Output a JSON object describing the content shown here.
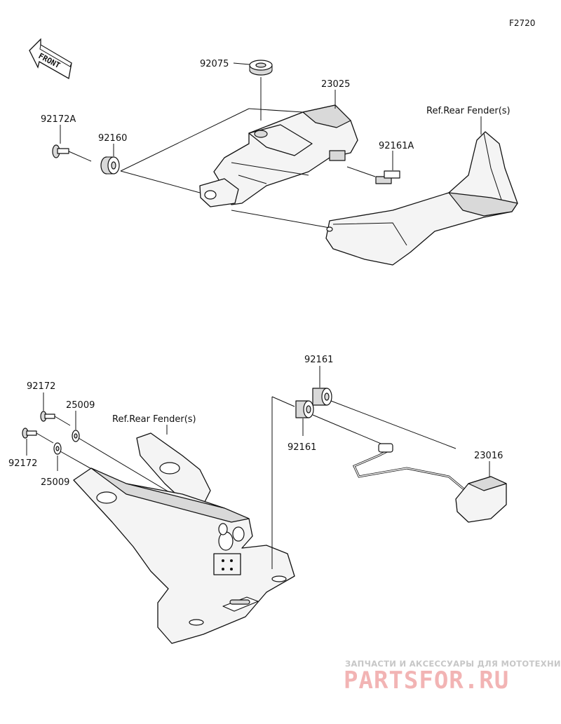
{
  "figure_code": "F2720",
  "front_arrow": {
    "label": "FRONT",
    "icon": "front-arrow-icon"
  },
  "callouts": {
    "c92075": "92075",
    "c23025": "23025",
    "c92172A": "92172A",
    "c92160": "92160",
    "c92161A": "92161A",
    "ref_top": "Ref.Rear Fender(s)",
    "c92172_a": "92172",
    "c25009_a": "25009",
    "c92172_b": "92172",
    "c25009_b": "25009",
    "ref_bottom": "Ref.Rear Fender(s)",
    "c92161_a": "92161",
    "c92161_b": "92161",
    "c23016": "23016"
  },
  "watermark": {
    "top": "ЗАПЧАСТИ И АКСЕССУАРЫ ДЛЯ МОТОТЕХНИКИ",
    "logo": "PARTSFOR.RU",
    "color": "#f2b4b4"
  }
}
